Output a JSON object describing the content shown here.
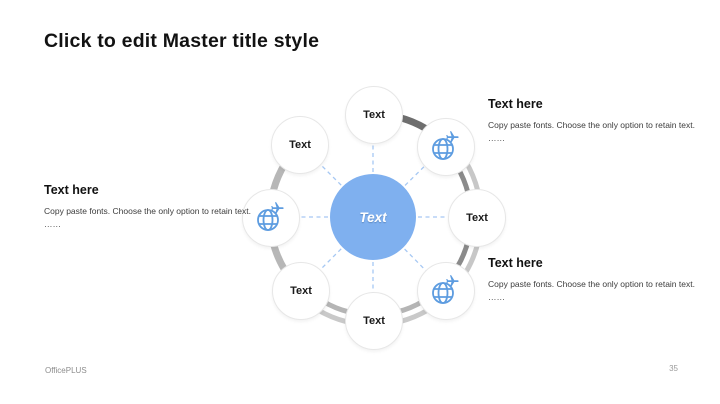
{
  "slide": {
    "title": "Click to edit Master title style"
  },
  "diagram": {
    "center": {
      "label": "Text"
    },
    "nodes": [
      {
        "id": "top",
        "type": "text",
        "label": "Text"
      },
      {
        "id": "top-right",
        "type": "icon",
        "icon": "globe-plane-icon"
      },
      {
        "id": "right",
        "type": "text",
        "label": "Text"
      },
      {
        "id": "bottom-right",
        "type": "icon",
        "icon": "globe-plane-icon"
      },
      {
        "id": "bottom",
        "type": "text",
        "label": "Text"
      },
      {
        "id": "bottom-left",
        "type": "text",
        "label": "Text"
      },
      {
        "id": "left",
        "type": "icon",
        "icon": "globe-plane-icon"
      },
      {
        "id": "top-left",
        "type": "text",
        "label": "Text"
      }
    ],
    "colors": {
      "center_fill": "#7fb0ef",
      "icon_blue": "#5d9ce0",
      "connector_blue": "#a6c8f3",
      "arc_dark": "#6e6e6e",
      "arc_medium": "#8b8b8b",
      "arc_light": "#c7c7c7"
    }
  },
  "text_blocks": [
    {
      "heading": "Text here",
      "body": "Copy paste fonts. Choose the only option to retain text.",
      "ellipsis": "……"
    },
    {
      "heading": "Text here",
      "body": "Copy paste fonts. Choose the only option to retain text.",
      "ellipsis": "……"
    },
    {
      "heading": "Text here",
      "body": "Copy paste fonts. Choose the only option to retain text.",
      "ellipsis": "……"
    }
  ],
  "footer": {
    "brand": "OfficePLUS",
    "page_number": "35"
  }
}
